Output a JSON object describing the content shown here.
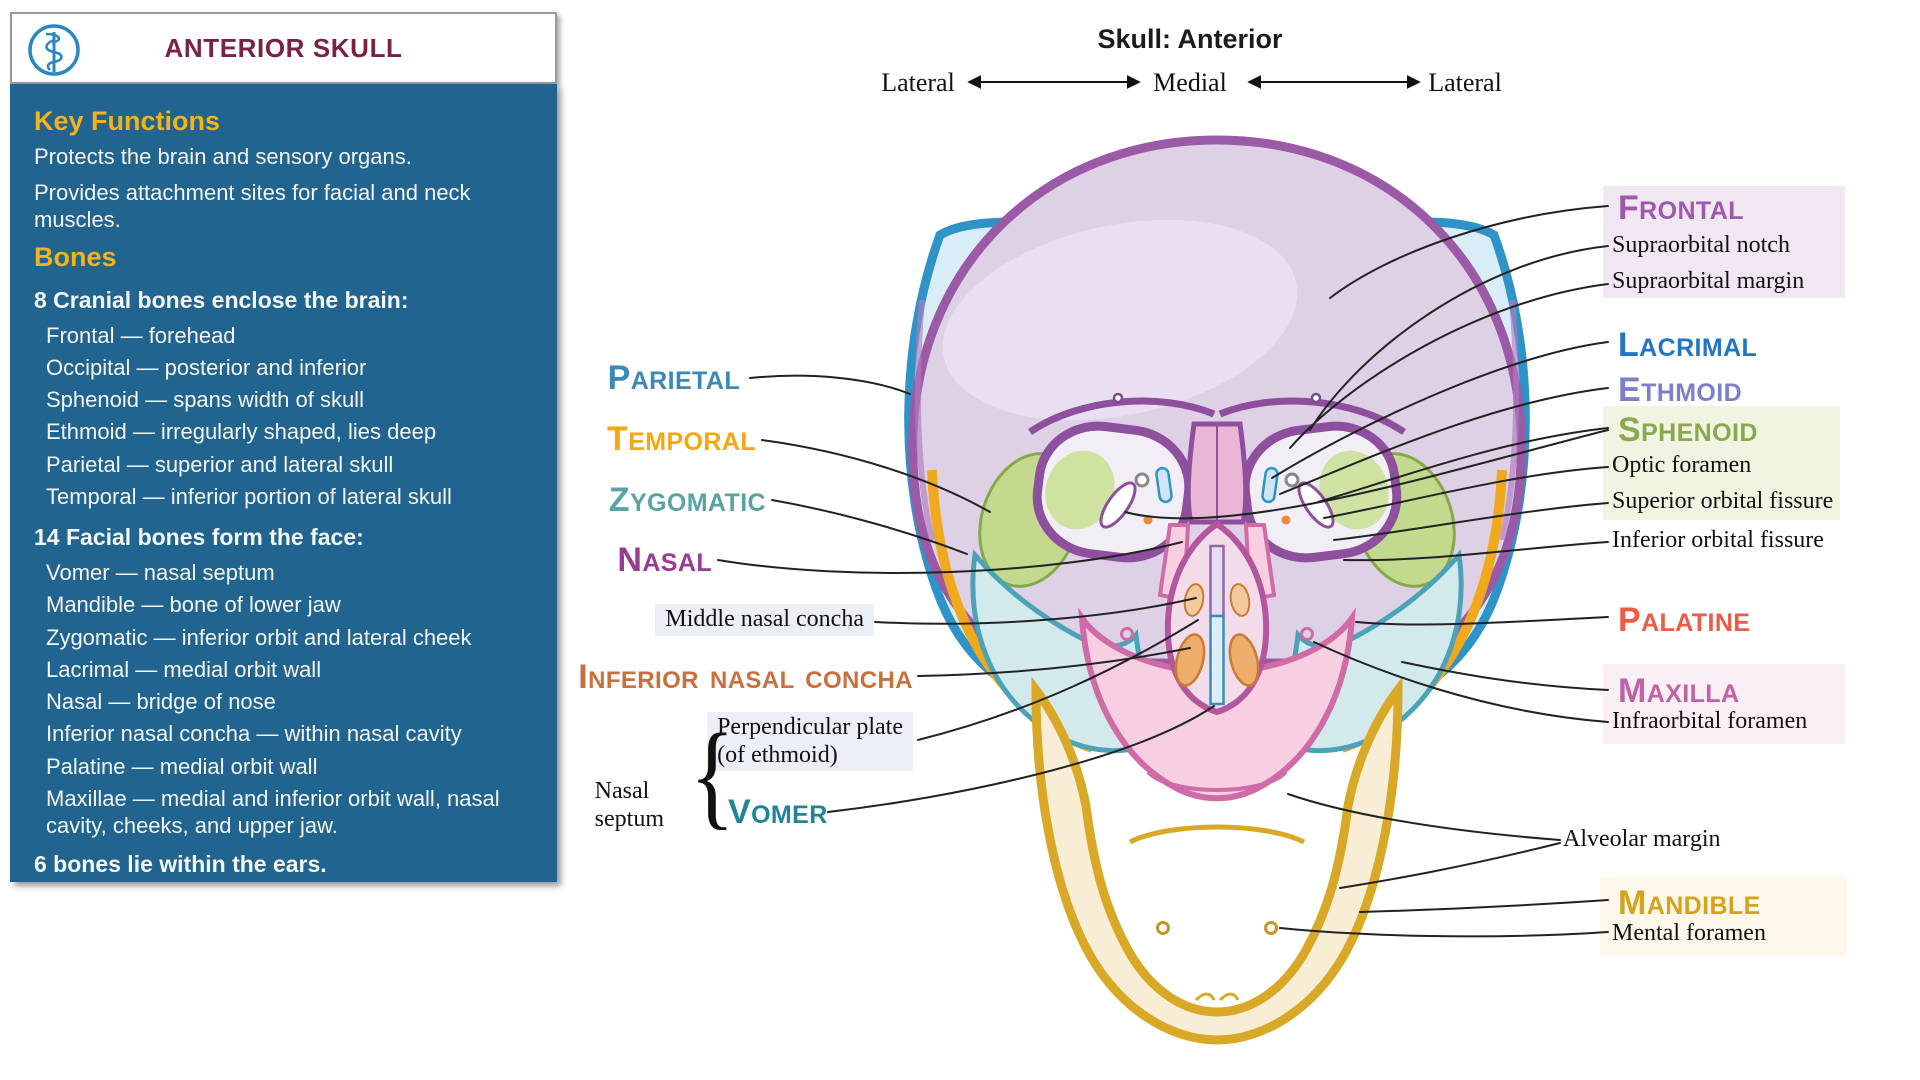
{
  "header": {
    "title": "ANTERIOR SKULL",
    "logo_icon": "asclepius-staff-icon"
  },
  "panel": {
    "key_functions_heading": "Key Functions",
    "key_functions": [
      "Protects the brain and sensory organs.",
      "Provides attachment sites for facial and neck muscles."
    ],
    "bones_heading": "Bones",
    "cranial_heading": "8 Cranial bones  enclose the brain:",
    "cranial_bones": [
      "Frontal — forehead",
      "Occipital — posterior and inferior",
      "Sphenoid — spans width of skull",
      "Ethmoid — irregularly shaped, lies deep",
      "Parietal — superior and lateral skull",
      "Temporal — inferior portion of lateral skull"
    ],
    "facial_heading": "14 Facial bones form the face:",
    "facial_bones": [
      "Vomer — nasal septum",
      "Mandible — bone of lower jaw",
      "Zygomatic — inferior orbit and lateral cheek",
      "Lacrimal — medial orbit wall",
      "Nasal — bridge of nose",
      "Inferior nasal concha — within nasal cavity",
      "Palatine — medial orbit wall",
      "Maxillae — medial and inferior orbit wall, nasal cavity, cheeks, and upper jaw."
    ],
    "ear_note": "6 bones lie within the ears."
  },
  "diagram": {
    "title": "Skull: Anterior",
    "orientation": {
      "left": "Lateral",
      "center": "Medial",
      "right": "Lateral"
    },
    "left_labels": {
      "parietal": "Parietal",
      "temporal": "Temporal",
      "zygomatic": "Zygomatic",
      "nasal": "Nasal",
      "middle_nasal_concha": "Middle nasal concha",
      "inferior_nasal_concha": "Inferior nasal concha",
      "perpendicular_plate": "Perpendicular plate\n(of ethmoid)",
      "nasal_septum": "Nasal\nseptum",
      "vomer": "Vomer"
    },
    "right_labels": {
      "frontal": "Frontal",
      "supraorbital_notch": "Supraorbital notch",
      "supraorbital_margin": "Supraorbital margin",
      "lacrimal": "Lacrimal",
      "ethmoid": "Ethmoid",
      "sphenoid": "Sphenoid",
      "optic_foramen": "Optic foramen",
      "superior_orbital_fissure": "Superior orbital fissure",
      "inferior_orbital_fissure": "Inferior orbital fissure",
      "palatine": "Palatine",
      "maxilla": "Maxilla",
      "infraorbital_foramen": "Infraorbital foramen",
      "alveolar_margin": "Alveolar margin",
      "mandible": "Mandible",
      "mental_foramen": "Mental foramen"
    },
    "colors": {
      "parietal": "#3d87b9",
      "temporal": "#f3a712",
      "zygomatic": "#5aa3a3",
      "nasal": "#9a3c94",
      "inferior_nasal_concha": "#c8703e",
      "vomer": "#20859a",
      "frontal": "#9d59ab",
      "lacrimal": "#2175c8",
      "ethmoid": "#7c80c6",
      "sphenoid": "#8aa850",
      "palatine": "#ee5a45",
      "maxilla": "#c261a5",
      "mandible": "#d4a31f",
      "panel_blue": "#20648f",
      "heading_gold": "#f3b31c",
      "title_maroon": "#7b2144"
    }
  }
}
